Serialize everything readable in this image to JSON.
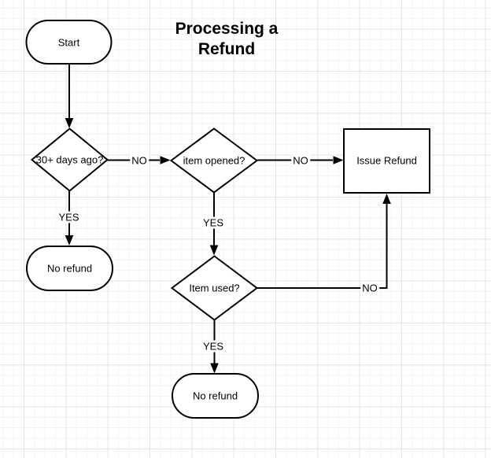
{
  "title": "Processing a\nRefund",
  "nodes": {
    "start": {
      "label": "Start",
      "type": "terminator"
    },
    "days_30": {
      "label": "30+ days ago?",
      "type": "decision"
    },
    "item_opened": {
      "label": "item opened?",
      "type": "decision"
    },
    "issue_refund": {
      "label": "Issue Refund",
      "type": "process"
    },
    "no_refund_left": {
      "label": "No refund",
      "type": "terminator"
    },
    "item_used": {
      "label": "Item used?",
      "type": "decision"
    },
    "no_refund_bottom": {
      "label": "No refund",
      "type": "terminator"
    }
  },
  "edges": {
    "days30_to_itemopened": {
      "label": "NO"
    },
    "days30_to_norefund": {
      "label": "YES"
    },
    "itemopened_to_issuerefund": {
      "label": "NO"
    },
    "itemopened_to_itemused": {
      "label": "YES"
    },
    "itemused_to_issuerefund": {
      "label": "NO"
    },
    "itemused_to_norefund": {
      "label": "YES"
    }
  },
  "colors": {
    "canvas": "#ffffff",
    "grid_minor": "#f3f3f3",
    "grid_major": "#e6e6e6",
    "shape_stroke": "#000000",
    "shape_fill": "#ffffff",
    "text": "#000000"
  }
}
